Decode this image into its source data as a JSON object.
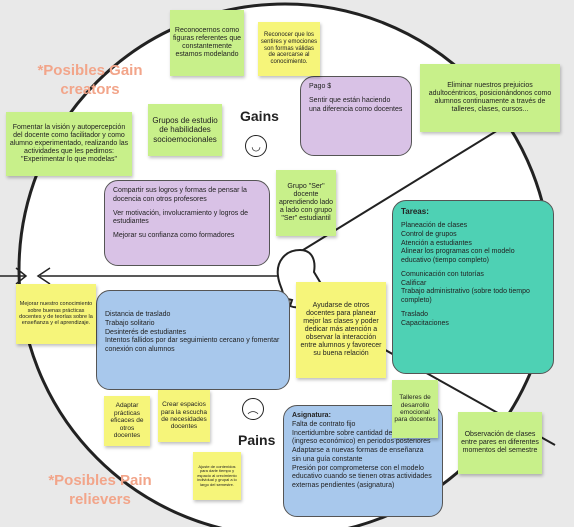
{
  "gain_creators_title": "*Posibles Gain creators",
  "pain_relievers_title": "*Posibles Pain relievers",
  "gains_label": "Gains",
  "pains_label": "Pains",
  "icons": {
    "gains_face": "smiling-face-icon",
    "pains_face": "frowning-face-icon",
    "head": "head-profile-icon",
    "arrow": "arrow-icon"
  },
  "colors": {
    "purple": "#d9c2e6",
    "blue": "#a8c8ec",
    "teal": "#4ed1b4",
    "yellow": "#f6f57a",
    "green": "#c8f08a",
    "orange": "#f2a58a"
  },
  "notes": {
    "reconocernos": "Reconocernos como figuras referentes que constantemente estamos modelando",
    "reconocer_sentires": "Reconocer que los sentires y emociones son formas válidas de acercarse al conocimiento.",
    "eliminar_prejuicios": "Eliminar nuestros prejuicios adultocéntricos, posicionándonos como alumnos continuamente a través de talleres, clases, cursos...",
    "fomentar_vision": "Fomentar la visión y autopercepción del docente como facilitador y como alumno experimentado, realizando las actividades que les pedimos: \"Experimentar lo que modelas\"",
    "grupos_estudio": "Grupos de estudio de habilidades socioemocionales",
    "grupo_ser": "Grupo \"Ser\" docente aprendiendo lado a lado con grupo \"Ser\" estudiantil",
    "mejorar_conocimiento": "Mejorar nuestro conocimiento sobre buenas prácticas docentes y de teorías sobre la enseñanza y el aprendizaje.",
    "ayudarse": "Ayudarse de otros docentes para planear mejor las clases y poder dedicar más atención a observar la interacción entre alumnos y favorecer su buena relación",
    "talleres": "Talleres de desarrollo emocional para docentes",
    "observacion": "Observación de clases entre pares en diferentes momentos del semestre",
    "adaptar": "Adaptar prácticas eficaces de otros docentes",
    "crear_espacios": "Crear espacios para la escucha de necesidades docentes",
    "ajuste": "Ajuste de contenidos para darle tiempo y espacio al crecimiento individual y grupal a lo largo del semestre."
  },
  "gains_box_right": [
    "Pago $",
    "Sentir que están haciendo una diferencia como docentes"
  ],
  "gains_box_left": [
    "Compartir sus logros y formas de pensar la docencia con otros profesores",
    "Ver motivación, involucramiento y logros de estudiantes",
    "Mejorar su confianza como formadores"
  ],
  "tasks": {
    "title": "Tareas:",
    "groups": [
      [
        "Planeación de clases",
        "Control de grupos",
        "Atención a estudiantes",
        "Alinear los programas con el modelo educativo (tiempo completo)"
      ],
      [
        "Comunicación con tutorías",
        "Calificar",
        "Trabajo administrativo (sobre todo tiempo completo)"
      ],
      [
        "Traslado",
        "Capacitaciones"
      ]
    ]
  },
  "pains_box": [
    "Distancia de traslado",
    "Trabajo solitario",
    "Desinterés de estudiantes",
    "Intentos fallidos por dar seguimiento cercano y fomentar conexión con alumnos"
  ],
  "asignatura": {
    "title": "Asignatura",
    "items": [
      "Falta de contrato fijo",
      "Incertidumbre sobre cantidad de grupos (ingreso económico) en periodos posteriores",
      "Adaptarse a nuevas formas de enseñanza sin una guía constante",
      "Presión por comprometerse con el modelo educativo cuando se tienen otras actividades externas pendientes (asignatura)"
    ]
  }
}
